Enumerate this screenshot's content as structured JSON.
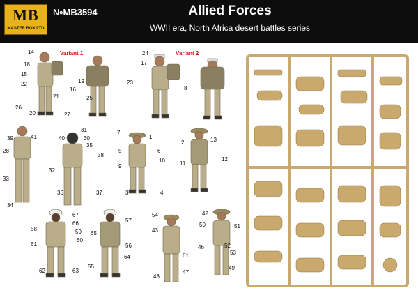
{
  "header": {
    "logo_text": "MB",
    "logo_subtext": "MASTER BOX LTD",
    "product_code": "№MB3594",
    "title": "Allied Forces",
    "subtitle": "WWII era, North Africa desert battles series"
  },
  "variants": {
    "v1": "Variant 1",
    "v2": "Variant 2"
  },
  "colors": {
    "header_bg": "#0d0d0d",
    "logo_bg": "#e8b21a",
    "variant_text": "#d01818",
    "sprue": "#c9a96e",
    "uniform": "#b9ad8a"
  },
  "part_numbers": {
    "n14": "14",
    "n18": "18",
    "n15": "15",
    "n22": "22",
    "n16": "16",
    "n21": "21",
    "n26": "26",
    "n20": "20",
    "n27": "27",
    "n19": "19",
    "n25": "25",
    "n23": "23",
    "n24": "24",
    "n17": "17",
    "n8": "8",
    "n7": "7",
    "n1": "1",
    "n5": "5",
    "n6": "6",
    "n9": "9",
    "n10": "10",
    "n3": "3",
    "n4": "4",
    "n2": "2",
    "n13": "13",
    "n11": "11",
    "n12": "12",
    "n39": "39",
    "n41": "41",
    "n28": "28",
    "n33": "33",
    "n34": "34",
    "n40": "40",
    "n31": "31",
    "n30": "30",
    "n35": "35",
    "n38": "38",
    "n32": "32",
    "n36": "36",
    "n37": "37",
    "n67": "67",
    "n66": "66",
    "n58": "58",
    "n59": "59",
    "n61": "61",
    "n60": "60",
    "n62": "62",
    "n63": "63",
    "n57": "57",
    "n65": "65",
    "n64": "64",
    "n56": "56",
    "n55": "55",
    "n54": "54",
    "n43": "43",
    "n61b": "61",
    "n48": "48",
    "n47": "47",
    "n42": "42",
    "n50": "50",
    "n51": "51",
    "n46": "46",
    "n52": "52",
    "n53": "53",
    "n49": "49"
  }
}
